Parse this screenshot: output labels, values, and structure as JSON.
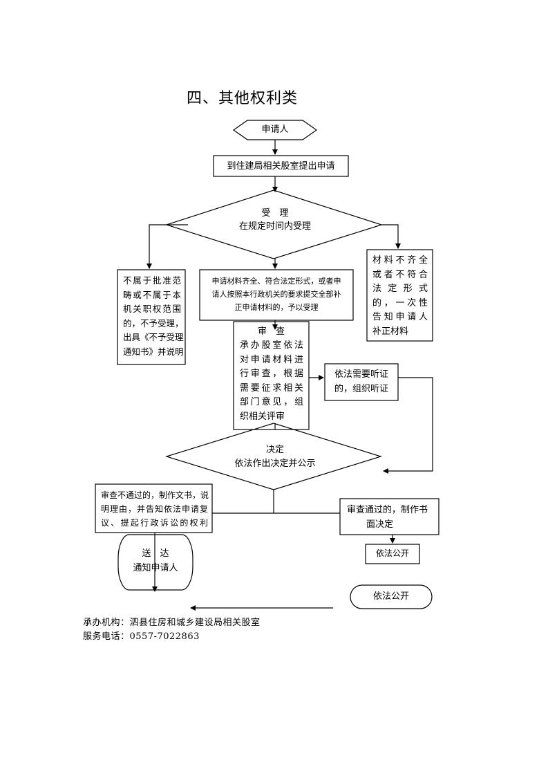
{
  "title": "四、其他权利类",
  "nodes": {
    "applicant": "申请人",
    "submit": "到住建局相关股室提出申请",
    "accept_title": "受　理",
    "accept_sub": "在规定时间内受理",
    "reject": [
      "不属于批准范",
      "畴或不属于本",
      "机关职权范围",
      "的，不予受理，",
      "出具《不予受理",
      "通知书》并说明"
    ],
    "complete": [
      "申请材料齐全、符合法定形式，或者申",
      "请人按照本行政机关的要求提交全部补",
      "正申请材料的，予以受理"
    ],
    "incomplete": [
      "材料不齐全",
      "或者不符合",
      "法 定 形 式",
      "的，一次性",
      "告知申请人",
      "补正材料"
    ],
    "review_title": "审　查",
    "review": [
      "承办股室依法",
      "对申请材料进",
      "行审查，根据",
      "需要征求相关",
      "部门意见，组",
      "织相关评审"
    ],
    "hearing": [
      "依法需要听证",
      "的，组织听证"
    ],
    "decision_title": "决定",
    "decision_sub": "依法作出决定并公示",
    "fail": [
      "审查不通过的，制作文书，说",
      "明理由，并告知依法申请复",
      "议、提起行政诉讼的权利"
    ],
    "pass": [
      "审查通过的，制作书",
      "面决定"
    ],
    "publish1": "依法公开",
    "deliver_title": "送　达",
    "deliver_sub": "通知申请人",
    "publish2": "依法公开"
  },
  "footer": {
    "org": "承办机构：泗县住房和城乡建设局相关股室",
    "phone": "服务电话：0557-7022863"
  }
}
